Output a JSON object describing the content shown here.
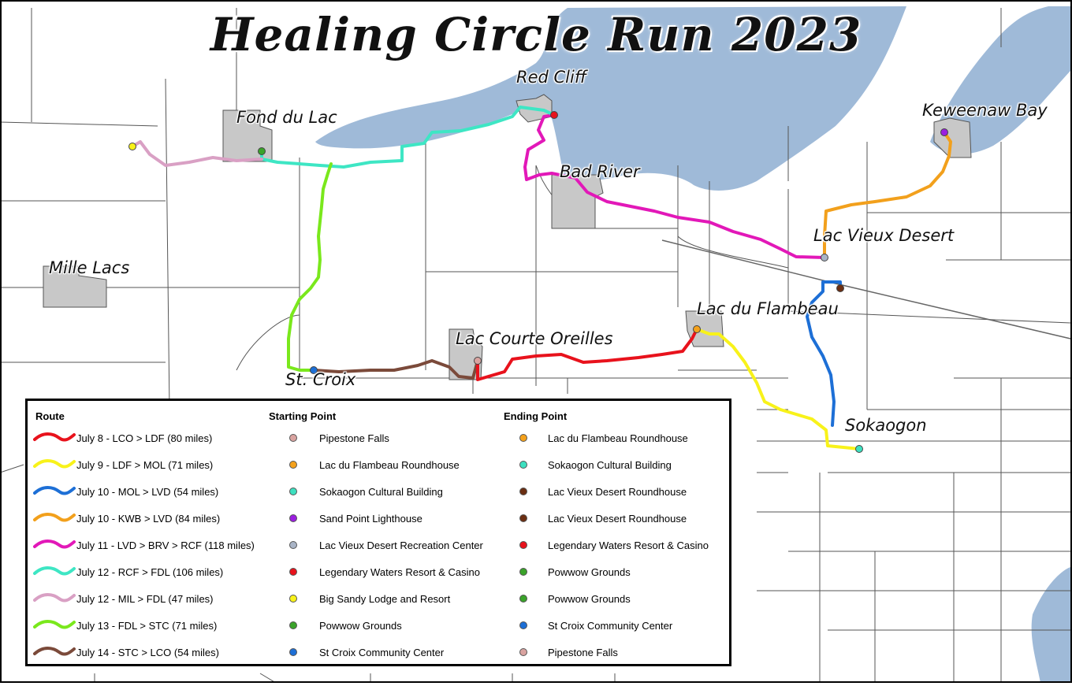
{
  "title": "Healing Circle Run 2023",
  "places": [
    {
      "id": "red-cliff",
      "label": "Red Cliff"
    },
    {
      "id": "keweenaw-bay",
      "label": "Keweenaw Bay"
    },
    {
      "id": "fond-du-lac",
      "label": "Fond du Lac"
    },
    {
      "id": "bad-river",
      "label": "Bad River"
    },
    {
      "id": "lac-vieux-desert",
      "label": "Lac Vieux Desert"
    },
    {
      "id": "mille-lacs",
      "label": "Mille Lacs"
    },
    {
      "id": "lac-du-flambeau",
      "label": "Lac du Flambeau"
    },
    {
      "id": "lac-courte-oreilles",
      "label": "Lac Courte Oreilles"
    },
    {
      "id": "st-croix",
      "label": "St. Croix"
    },
    {
      "id": "sokaogon",
      "label": "Sokaogon"
    }
  ],
  "legend": {
    "route_header": "Route",
    "start_header": "Starting Point",
    "end_header": "Ending Point",
    "rows": [
      {
        "route": "July 8 - LCO > LDF (80 miles)",
        "color": "#e8121c",
        "start": "Pipestone Falls",
        "start_color": "#d9a3a0",
        "end": "Lac du Flambeau Roundhouse",
        "end_color": "#f4a11b"
      },
      {
        "route": "July 9 - LDF > MOL (71 miles)",
        "color": "#f8f21a",
        "start": "Lac du Flambeau Roundhouse",
        "start_color": "#f4a11b",
        "end": "Sokaogon Cultural Building",
        "end_color": "#3de0c0"
      },
      {
        "route": "July 10 - MOL > LVD (54 miles)",
        "color": "#1d6fd6",
        "start": "Sokaogon Cultural Building",
        "start_color": "#3de0c0",
        "end": "Lac Vieux Desert Roundhouse",
        "end_color": "#6b2e12"
      },
      {
        "route": "July 10 - KWB > LVD (84 miles)",
        "color": "#f2a01c",
        "start": "Sand Point Lighthouse",
        "start_color": "#9b1ee0",
        "end": "Lac Vieux Desert Roundhouse",
        "end_color": "#6b2e12"
      },
      {
        "route": "July 11 - LVD > BRV > RCF (118 miles)",
        "color": "#e218b8",
        "start": "Lac Vieux Desert Recreation Center",
        "start_color": "#a9b4c6",
        "end": "Legendary Waters Resort & Casino",
        "end_color": "#e8121c"
      },
      {
        "route": "July 12 - RCF > FDL (106 miles)",
        "color": "#3ee6c4",
        "start": "Legendary Waters Resort & Casino",
        "start_color": "#e8121c",
        "end": "Powwow Grounds",
        "end_color": "#3aa32a"
      },
      {
        "route": "July 12 - MIL > FDL (47 miles)",
        "color": "#d9a0c4",
        "start": "Big Sandy Lodge and Resort",
        "start_color": "#f8f21a",
        "end": "Powwow Grounds",
        "end_color": "#3aa32a"
      },
      {
        "route": "July 13 - FDL > STC (71 miles)",
        "color": "#7ae81c",
        "start": "Powwow Grounds",
        "start_color": "#3aa32a",
        "end": "St Croix Community Center",
        "end_color": "#1d6fd6"
      },
      {
        "route": "July 14 - STC > LCO (54 miles)",
        "color": "#7b4a3a",
        "start": "St Croix Community Center",
        "start_color": "#1d6fd6",
        "end": "Pipestone Falls",
        "end_color": "#d9a3a0"
      }
    ]
  },
  "colors": {
    "water": "#9fbad8",
    "reservation": "#c8c8c8",
    "boundary": "#555555"
  }
}
